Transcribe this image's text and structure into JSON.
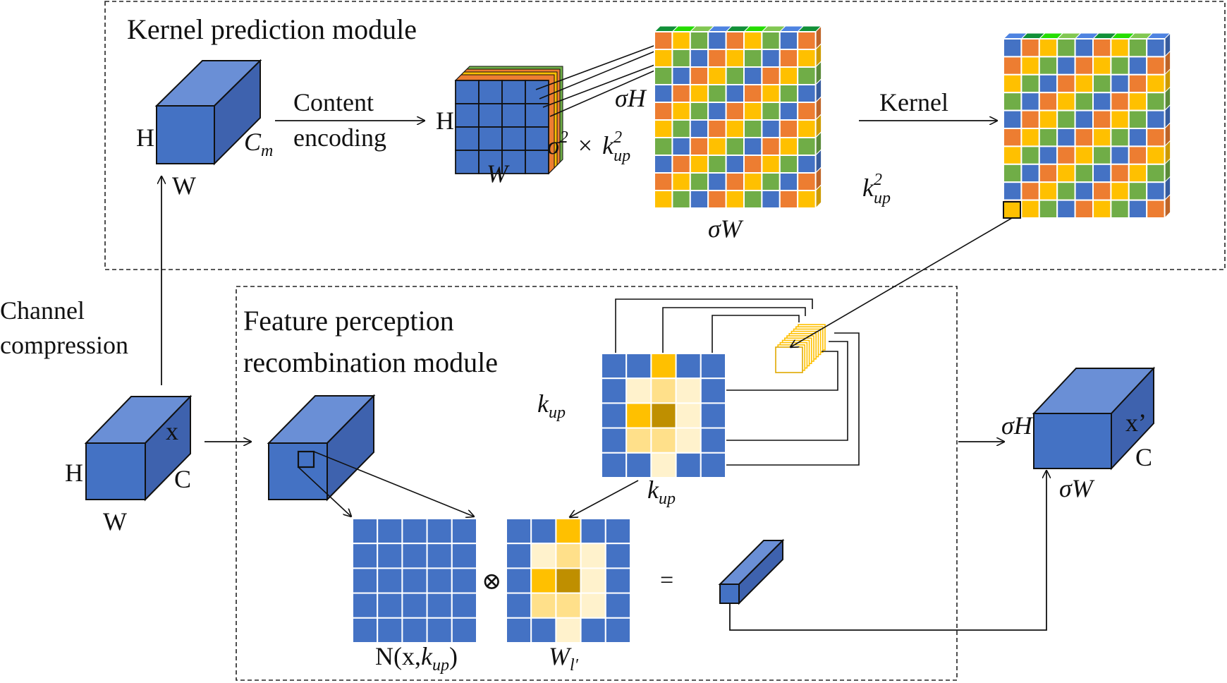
{
  "kernel_module": {
    "title": "Kernel prediction module",
    "content_encoding_line1": "Content",
    "content_encoding_line2": "encoding",
    "kernel_label": "Kernel",
    "cm_label": "C",
    "cm_sub": "m",
    "h_label": "H",
    "w_label": "W",
    "enc_h_label": "H",
    "enc_w_label": "W",
    "sigma2_label": "σ",
    "sigma2_sup": "2",
    "times": "×",
    "kup_k": "k",
    "kup_sup": "2",
    "kup_sub": "up",
    "sigma_h": "σH",
    "sigma_w": "σW",
    "k2_k": "k",
    "k2_sup": "2",
    "k2_sub": "up"
  },
  "feature_module": {
    "title_line1": "Feature perception",
    "title_line2": "recombination module",
    "kup_k": "k",
    "kup_sub": "up",
    "kup2_k": "k",
    "kup2_sub": "up",
    "neigh_prefix": "N(x,",
    "neigh_k": "k",
    "neigh_sub": "up",
    "neigh_suffix": ")",
    "wl_w": "W",
    "wl_sub": "l′",
    "otimes": "⊗",
    "equals": "="
  },
  "channel_compression": {
    "line1": "Channel",
    "line2": "compression"
  },
  "input_tensor": {
    "x_label": "x",
    "h_label": "H",
    "c_label": "C",
    "w_label": "W"
  },
  "output_tensor": {
    "x_label": "x’",
    "sigma_h": "σH",
    "c_label": "C",
    "sigma_w": "σW"
  },
  "colors": {
    "blue": "#4472c4",
    "orange": "#ed7d31",
    "yellow": "#ffc000",
    "green": "#70ad47"
  }
}
